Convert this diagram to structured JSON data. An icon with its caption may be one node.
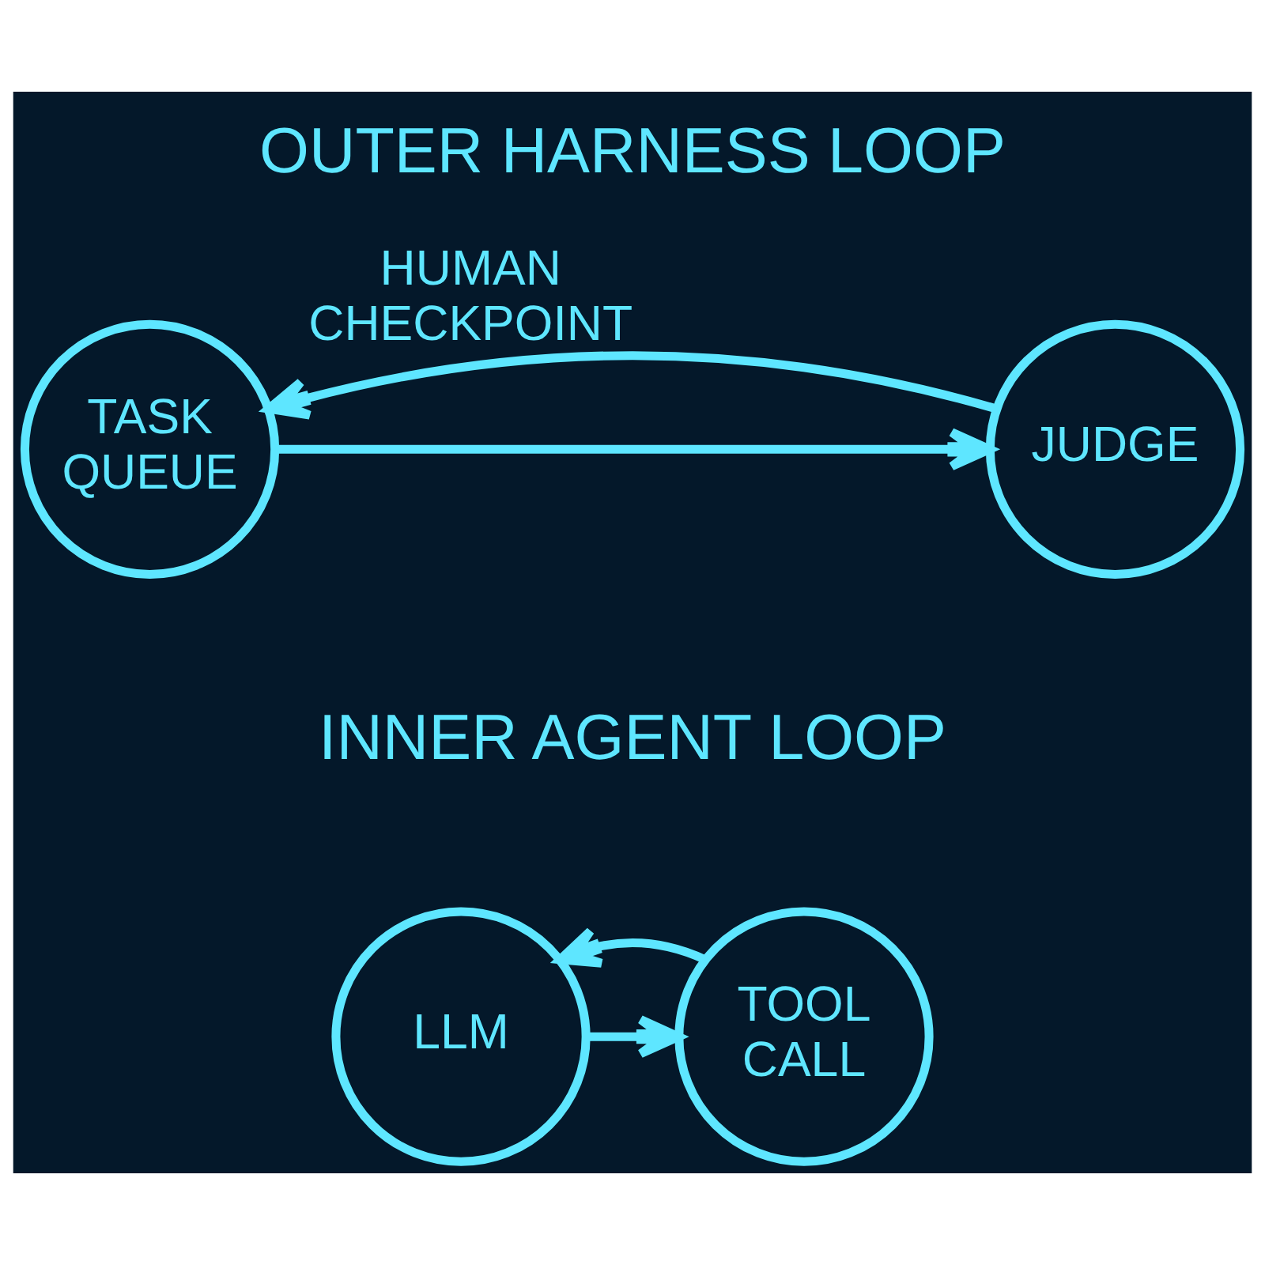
{
  "diagram": {
    "nodes": [
      {
        "text": [
          "TASK QUEUE"
        ]
      },
      {
        "text": [
          "JUDGE"
        ]
      },
      {
        "text": [
          "LLM"
        ]
      },
      {
        "text": [
          "TOOL CALL"
        ]
      }
    ],
    "edges": [
      {
        "from": 0,
        "to": 1,
        "arrow": "to"
      },
      {
        "from": 1,
        "to": 0,
        "arrow": "to",
        "label": "HUMAN CHECKPOINT"
      },
      {
        "from": 2,
        "to": 3,
        "arrow": "to"
      },
      {
        "from": 3,
        "to": 2,
        "arrow": "to"
      }
    ],
    "labels": [
      "OUTER HARNESS LOOP",
      "INNER AGENT LOOP"
    ]
  }
}
